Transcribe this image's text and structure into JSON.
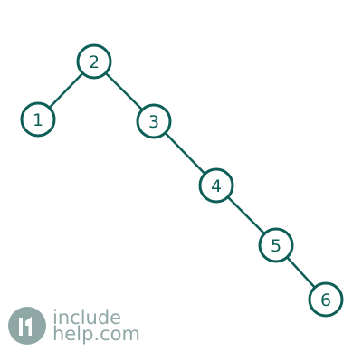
{
  "diagram": {
    "type": "binary-search-tree",
    "nodes": [
      {
        "id": "n2",
        "label": "2"
      },
      {
        "id": "n1",
        "label": "1"
      },
      {
        "id": "n3",
        "label": "3"
      },
      {
        "id": "n4",
        "label": "4"
      },
      {
        "id": "n5",
        "label": "5"
      },
      {
        "id": "n6",
        "label": "6"
      }
    ],
    "edges": [
      {
        "from": "n2",
        "to": "n1"
      },
      {
        "from": "n2",
        "to": "n3"
      },
      {
        "from": "n3",
        "to": "n4"
      },
      {
        "from": "n4",
        "to": "n5"
      },
      {
        "from": "n5",
        "to": "n6"
      }
    ]
  },
  "branding": {
    "line1": "include",
    "line2": "help.com"
  },
  "colors": {
    "node_stroke": "#0d5e57",
    "logo": "#8fa7a5"
  }
}
